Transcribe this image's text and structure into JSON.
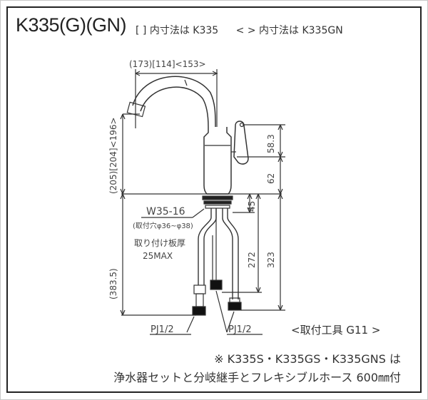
{
  "header": {
    "model_title": "K335(G)(GN)",
    "note_bracket": "[ ] 内寸法は K335",
    "note_angle": "< > 内寸法は K335GN"
  },
  "dimensions": {
    "spout_reach": "(173)[114]<153>",
    "spout_height": "(205)[204]<196>",
    "total_below": "(383.5)",
    "handle_top": "58.3",
    "handle_to_deck": "62",
    "shank_45": "45",
    "hose_272": "272",
    "hose_323": "323"
  },
  "labels": {
    "thread": "W35-16",
    "mount_hole": "(取付穴φ36~φ38)",
    "plate_thickness_label": "取り付け板厚",
    "plate_thickness_value": "25MAX",
    "connector_left": "PJ1/2",
    "connector_right": "PJ1/2"
  },
  "footer": {
    "tool": "<取付工具 G11 >",
    "note_line1": "※ K335S・K335GS・K335GNS は",
    "note_line2": "浄水器セットと分岐継手とフレキシブルホース 600㎜付"
  }
}
